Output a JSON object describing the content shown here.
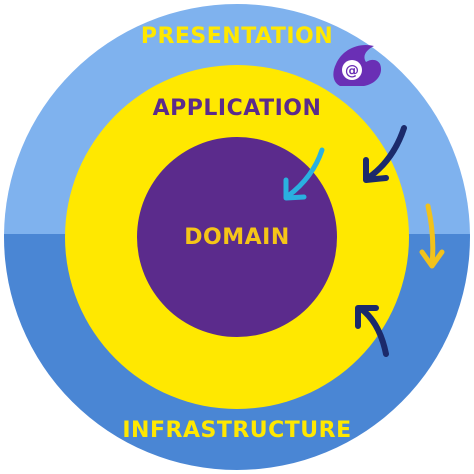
{
  "layers": {
    "presentation": {
      "label": "PRESENTATION"
    },
    "application": {
      "label": "APPLICATION"
    },
    "domain": {
      "label": "DOMAIN"
    },
    "infrastructure": {
      "label": "INFRASTRUCTURE"
    }
  },
  "colors": {
    "presentation_ring": "#7fb2ee",
    "infrastructure_ring": "#4a86d4",
    "application_ring": "#ffe800",
    "domain_core": "#5b2b8c",
    "label_yellow": "#ffe800",
    "label_purple": "#5b2b8c",
    "label_gold": "#f5c518",
    "arrow_navy": "#1b2a6b",
    "arrow_cyan": "#2ab0e0",
    "arrow_gold": "#f2c21b",
    "badge_purple": "#6a2fb5"
  },
  "icons": {
    "framework_badge": "at-sign-flame-icon"
  }
}
